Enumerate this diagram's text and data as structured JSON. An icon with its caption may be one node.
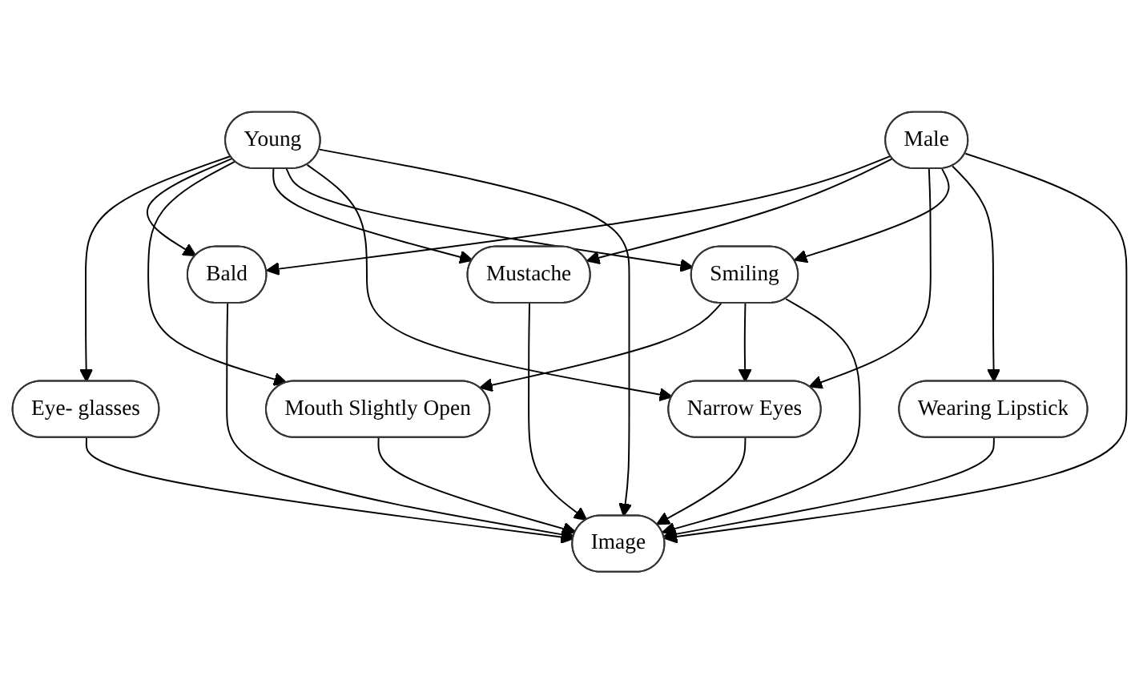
{
  "diagram": {
    "nodes": [
      {
        "text": [
          "Young"
        ]
      },
      {
        "text": [
          "Male"
        ]
      },
      {
        "text": [
          "Eye- glasses"
        ]
      },
      {
        "text": [
          "Bald"
        ]
      },
      {
        "text": [
          "Mustache"
        ]
      },
      {
        "text": [
          "Smiling"
        ]
      },
      {
        "text": [
          "Wearing Lipstick"
        ]
      },
      {
        "text": [
          "Mouth Slightly Open"
        ]
      },
      {
        "text": [
          "Narrow Eyes"
        ]
      },
      {
        "text": [
          "Image"
        ]
      }
    ],
    "edges": [
      {
        "from": 0,
        "to": 2,
        "arrow": "to"
      },
      {
        "from": 0,
        "to": 3,
        "arrow": "to"
      },
      {
        "from": 0,
        "to": 7,
        "arrow": "to"
      },
      {
        "from": 0,
        "to": 4,
        "arrow": "to"
      },
      {
        "from": 0,
        "to": 5,
        "arrow": "to"
      },
      {
        "from": 0,
        "to": 8,
        "arrow": "to"
      },
      {
        "from": 0,
        "to": 9,
        "arrow": "to"
      },
      {
        "from": 1,
        "to": 3,
        "arrow": "to"
      },
      {
        "from": 1,
        "to": 4,
        "arrow": "to"
      },
      {
        "from": 1,
        "to": 8,
        "arrow": "to"
      },
      {
        "from": 1,
        "to": 5,
        "arrow": "to"
      },
      {
        "from": 1,
        "to": 6,
        "arrow": "to"
      },
      {
        "from": 1,
        "to": 9,
        "arrow": "to"
      },
      {
        "from": 5,
        "to": 7,
        "arrow": "to"
      },
      {
        "from": 5,
        "to": 8,
        "arrow": "to"
      },
      {
        "from": 5,
        "to": 9,
        "arrow": "to"
      },
      {
        "from": 2,
        "to": 9,
        "arrow": "to"
      },
      {
        "from": 3,
        "to": 9,
        "arrow": "to"
      },
      {
        "from": 4,
        "to": 9,
        "arrow": "to"
      },
      {
        "from": 7,
        "to": 9,
        "arrow": "to"
      },
      {
        "from": 8,
        "to": 9,
        "arrow": "to"
      },
      {
        "from": 6,
        "to": 9,
        "arrow": "to"
      }
    ]
  }
}
